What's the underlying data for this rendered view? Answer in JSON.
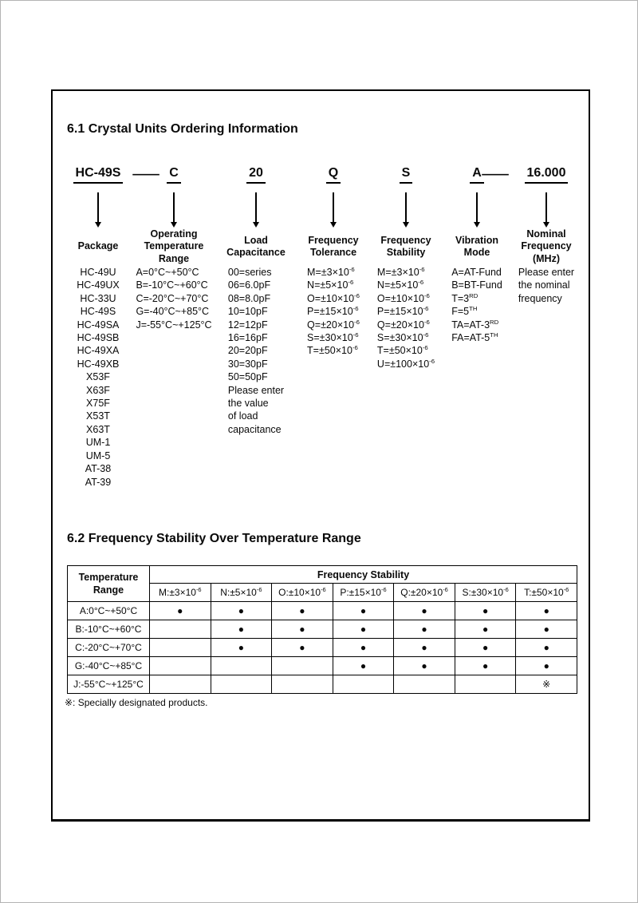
{
  "section_6_1": {
    "title": "6.1 Crystal Units Ordering Information",
    "separator_dash": "—",
    "columns": [
      {
        "code": "HC-49S",
        "label": "Package",
        "items": [
          "HC-49U",
          "HC-49UX",
          "HC-33U",
          "HC-49S",
          "HC-49SA",
          "HC-49SB",
          "HC-49XA",
          "HC-49XB",
          "X53F",
          "X63F",
          "X75F",
          "X53T",
          "X63T",
          "UM-1",
          "UM-5",
          "AT-38",
          "AT-39"
        ]
      },
      {
        "code": "C",
        "label": "Operating Temperature Range",
        "items": [
          "A=0°C~+50°C",
          "B=-10°C~+60°C",
          "C=-20°C~+70°C",
          "G=-40°C~+85°C",
          "J=-55°C~+125°C"
        ]
      },
      {
        "code": "20",
        "label": "Load Capacitance",
        "items": [
          "00=series",
          "06=6.0pF",
          "08=8.0pF",
          "10=10pF",
          "12=12pF",
          "16=16pF",
          "20=20pF",
          "30=30pF",
          "50=50pF",
          "Please enter",
          "the value",
          "of load",
          "capacitance"
        ]
      },
      {
        "code": "Q",
        "label": "Frequency Tolerance",
        "items": [
          "M=±3×10^-6",
          "N=±5×10^-6",
          "O=±10×10^-6",
          "P=±15×10^-6",
          "Q=±20×10^-6",
          "S=±30×10^-6",
          "T=±50×10^-6"
        ]
      },
      {
        "code": "S",
        "label": "Frequency Stability",
        "items": [
          "M=±3×10^-6",
          "N=±5×10^-6",
          "O=±10×10^-6",
          "P=±15×10^-6",
          "Q=±20×10^-6",
          "S=±30×10^-6",
          "T=±50×10^-6",
          "U=±100×10^-6"
        ]
      },
      {
        "code": "A",
        "label": "Vibration Mode",
        "items": [
          "A=AT-Fund",
          "B=BT-Fund",
          "T=3^RD",
          "F=5^TH",
          "TA=AT-3^RD",
          "FA=AT-5^TH"
        ]
      },
      {
        "code": "16.000",
        "label": "Nominal Frequency (MHz)",
        "items": [
          "Please enter",
          "the nominal",
          "frequency"
        ]
      }
    ]
  },
  "section_6_2": {
    "title": "6.2 Frequency Stability Over Temperature Range",
    "table": {
      "corner_header": "Temperature Range",
      "group_header": "Frequency Stability",
      "col_headers": [
        "M:±3×10^-6",
        "N:±5×10^-6",
        "O:±10×10^-6",
        "P:±15×10^-6",
        "Q:±20×10^-6",
        "S:±30×10^-6",
        "T:±50×10^-6"
      ],
      "symbols": {
        "dot": "●",
        "ref": "※"
      },
      "rows": [
        {
          "label": "A:0°C~+50°C",
          "cells": [
            "dot",
            "dot",
            "dot",
            "dot",
            "dot",
            "dot",
            "dot"
          ]
        },
        {
          "label": "B:-10°C~+60°C",
          "cells": [
            "",
            "dot",
            "dot",
            "dot",
            "dot",
            "dot",
            "dot"
          ]
        },
        {
          "label": "C:-20°C~+70°C",
          "cells": [
            "",
            "dot",
            "dot",
            "dot",
            "dot",
            "dot",
            "dot"
          ]
        },
        {
          "label": "G:-40°C~+85°C",
          "cells": [
            "",
            "",
            "",
            "dot",
            "dot",
            "dot",
            "dot"
          ]
        },
        {
          "label": "J:-55°C~+125°C",
          "cells": [
            "",
            "",
            "",
            "",
            "",
            "",
            "ref"
          ]
        }
      ]
    },
    "footnote": "※: Specially designated products."
  }
}
